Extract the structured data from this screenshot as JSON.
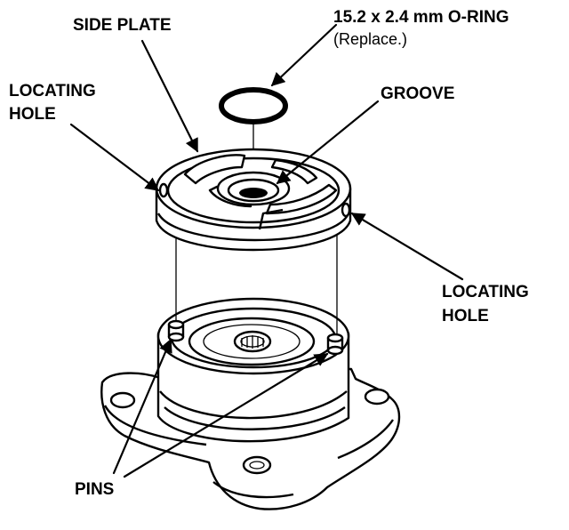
{
  "labels": {
    "side_plate": "SIDE PLATE",
    "o_ring_spec": "15.2 x 2.4 mm O-RING",
    "o_ring_note": "(Replace.)",
    "locating_hole_left_1": "LOCATING",
    "locating_hole_left_2": "HOLE",
    "groove": "GROOVE",
    "locating_hole_right_1": "LOCATING",
    "locating_hole_right_2": "HOLE",
    "pins": "PINS"
  },
  "colors": {
    "ink": "#000000",
    "paper": "#ffffff"
  }
}
